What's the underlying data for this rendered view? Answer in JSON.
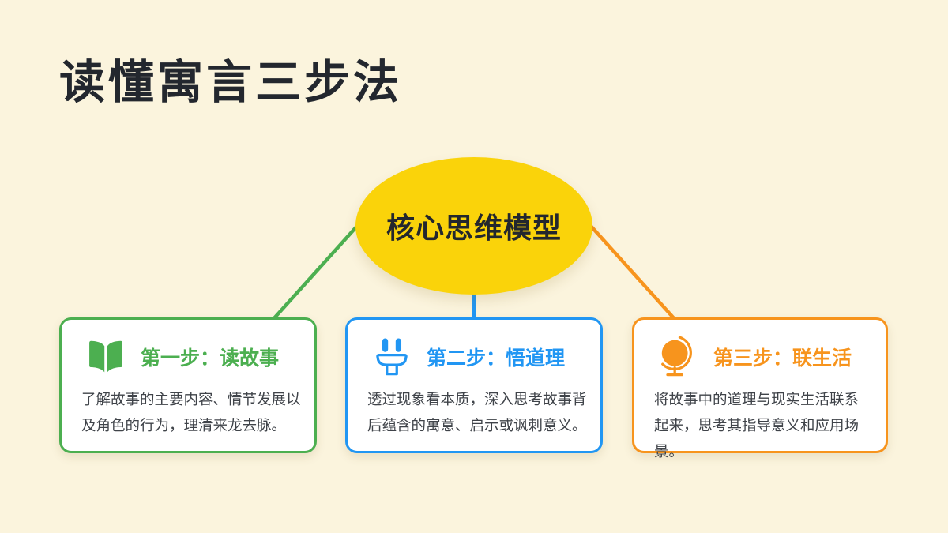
{
  "slide": {
    "title": "读懂寓言三步法",
    "center_node": {
      "label": "核心思维模型"
    },
    "colors": {
      "background": "#FBF4DD",
      "title_text": "#23272E",
      "body_text": "#3F4349",
      "card_bg": "#FFFFFF",
      "green": "#4CAF50",
      "blue": "#2196F3",
      "orange": "#F7941D",
      "yellow": "#FAD30A"
    },
    "connectors": [
      {
        "from": "core-model",
        "to": "step-1",
        "color": "green"
      },
      {
        "from": "core-model",
        "to": "step-2",
        "color": "blue"
      },
      {
        "from": "core-model",
        "to": "step-3",
        "color": "orange"
      }
    ],
    "steps": [
      {
        "icon": "open-book-icon",
        "accent": "#4CAF50",
        "title": "第一步：读故事",
        "description": "了解故事的主要内容、情节发展以及角色的行为，理清来龙去脉。"
      },
      {
        "icon": "plug-icon",
        "accent": "#2196F3",
        "title": "第二步：悟道理",
        "description": "透过现象看本质，深入思考故事背后蕴含的寓意、启示或讽刺意义。"
      },
      {
        "icon": "globe-icon",
        "accent": "#F7941D",
        "title": "第三步：联生活",
        "description": "将故事中的道理与现实生活联系起来，思考其指导意义和应用场景。"
      }
    ]
  }
}
